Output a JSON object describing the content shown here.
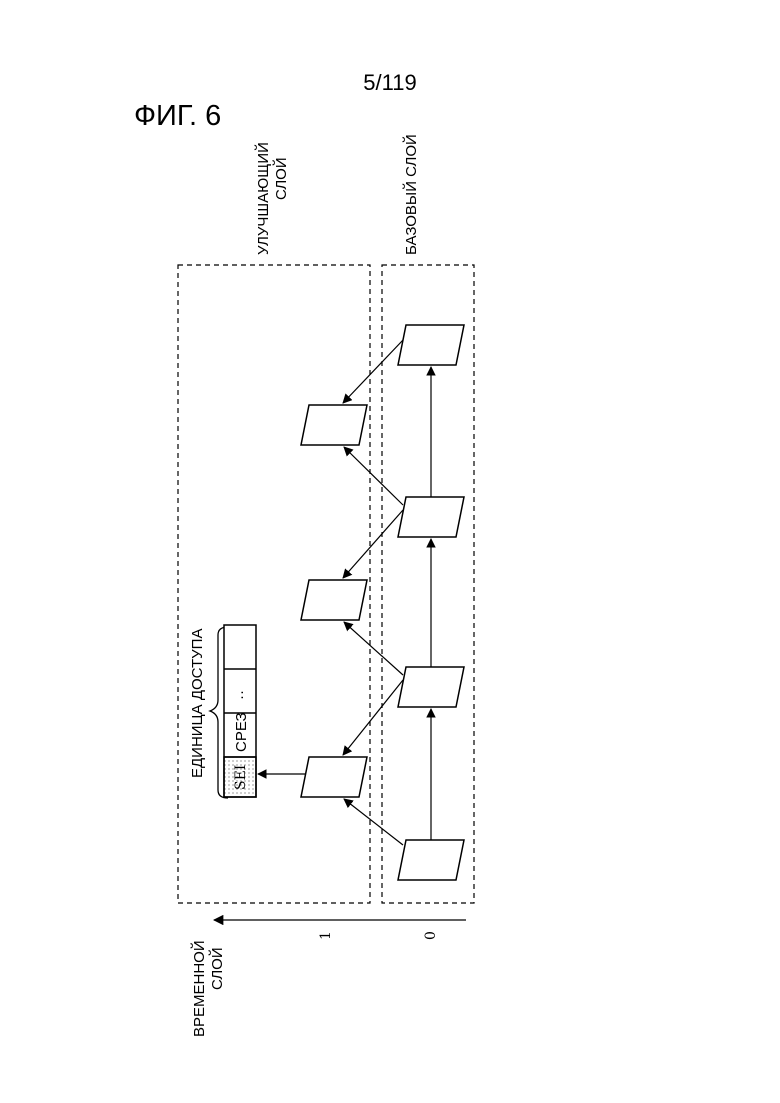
{
  "header": {
    "page_number": "5/119",
    "figure_title": "ФИГ. 6"
  },
  "layers": {
    "enhancement_line1": "УЛУЧШАЮЩИЙ",
    "enhancement_line2": "СЛОЙ",
    "base": "БАЗОВЫЙ СЛОЙ"
  },
  "access_unit": {
    "title": "ЕДИНИЦА ДОСТУПА",
    "cells": [
      "SEI",
      "СРЕЗ",
      "··",
      ""
    ]
  },
  "temporal_axis": {
    "label_line1": "ВРЕМЕННОЙ",
    "label_line2": "СЛОЙ",
    "ticks": [
      "1",
      "0"
    ]
  }
}
